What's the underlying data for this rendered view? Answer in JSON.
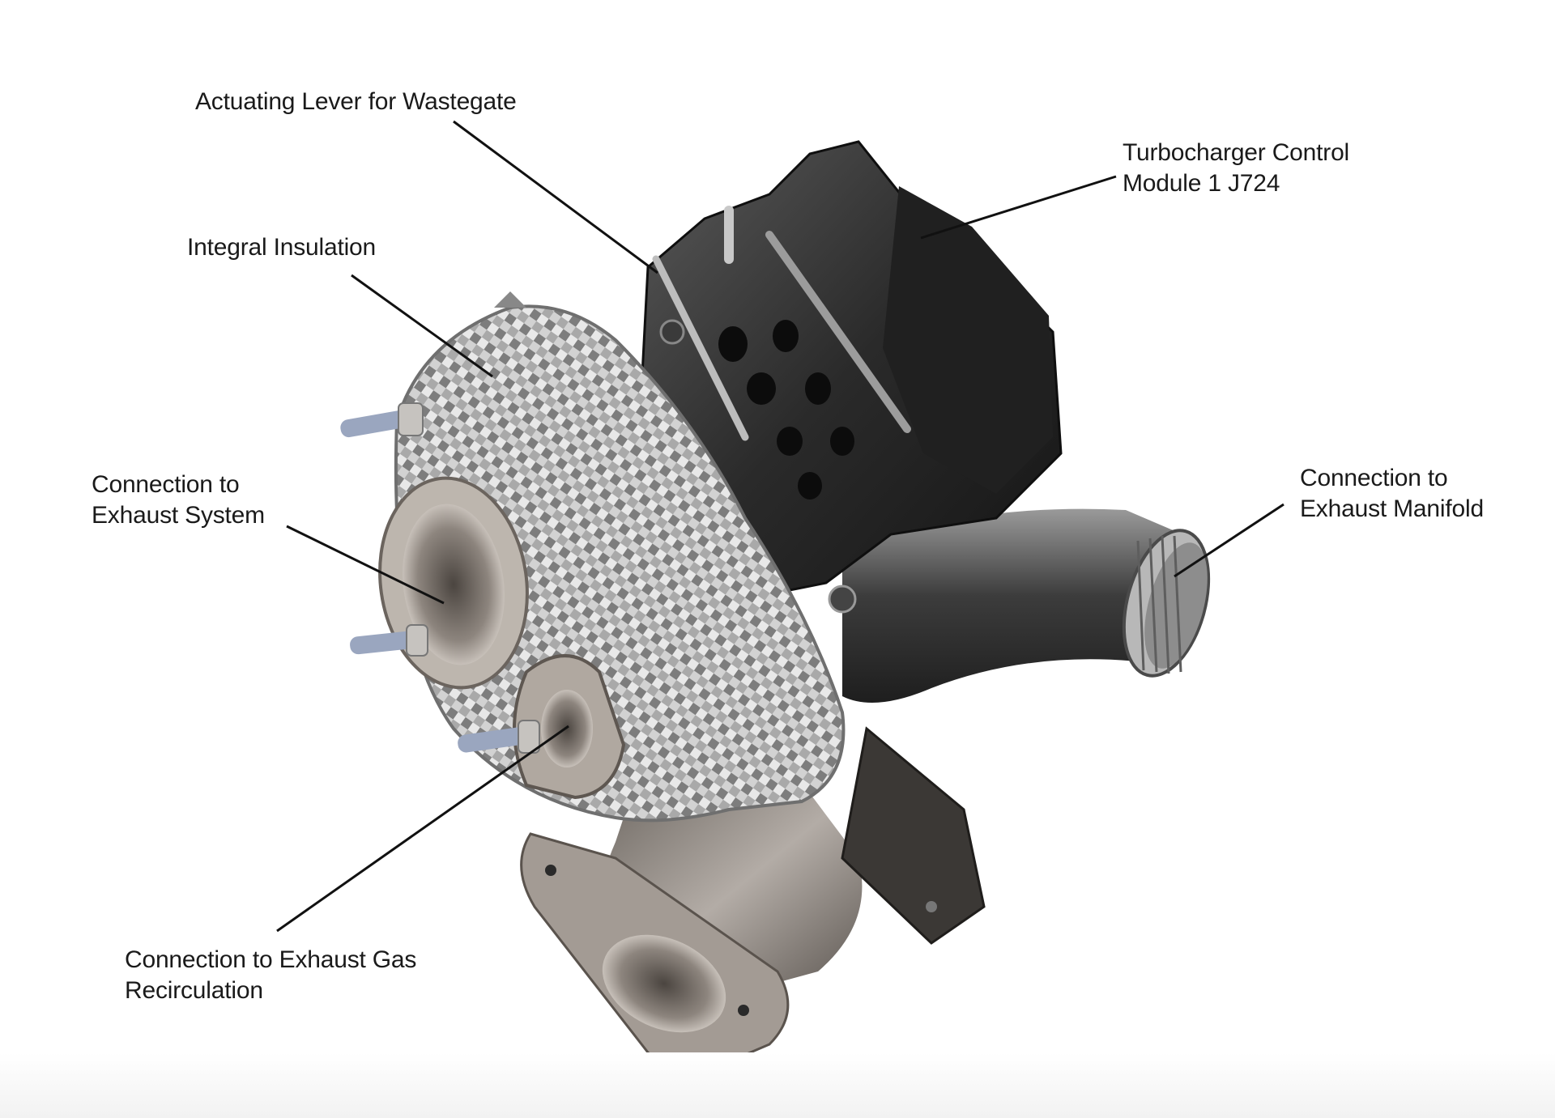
{
  "callouts": {
    "wastegate_lever": {
      "lines": [
        "Actuating Lever for Wastegate"
      ]
    },
    "control_module": {
      "lines": [
        "Turbocharger Control",
        "Module 1 J724"
      ]
    },
    "integral_insulation": {
      "lines": [
        "Integral Insulation"
      ]
    },
    "exhaust_system": {
      "lines": [
        "Connection to",
        "Exhaust System"
      ]
    },
    "exhaust_manifold": {
      "lines": [
        "Connection to",
        "Exhaust Manifold"
      ]
    },
    "egr": {
      "lines": [
        "Connection to Exhaust Gas",
        "Recirculation"
      ]
    }
  },
  "colors": {
    "metal": "#8a8580",
    "metal_light": "#c9c4bf",
    "housing_dark": "#262626",
    "insulation": "#b5b5b5",
    "stud": "#9aa6bf",
    "leader_line": "#111111"
  }
}
